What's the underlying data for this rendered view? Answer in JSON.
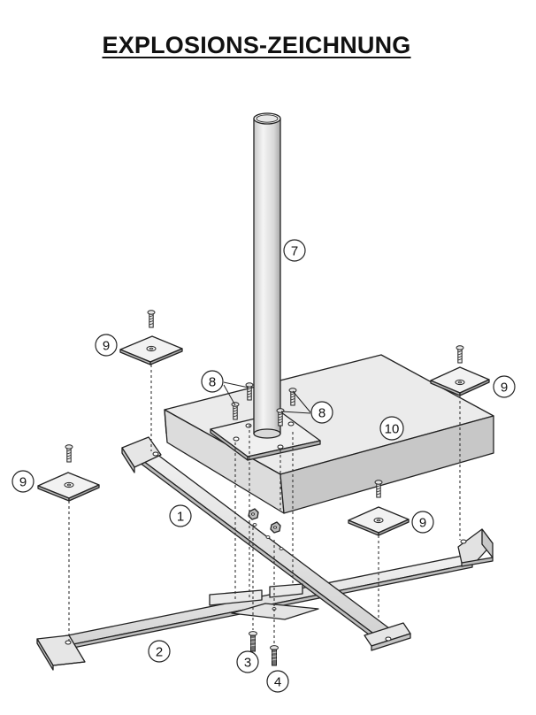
{
  "title": "EXPLOSIONS-ZEICHNUNG",
  "callouts": {
    "c1": "1",
    "c2": "2",
    "c3": "3",
    "c4": "4",
    "c7": "7",
    "c8a": "8",
    "c8b": "8",
    "c9a": "9",
    "c9b": "9",
    "c9c": "9",
    "c9d": "9",
    "c10": "10"
  }
}
